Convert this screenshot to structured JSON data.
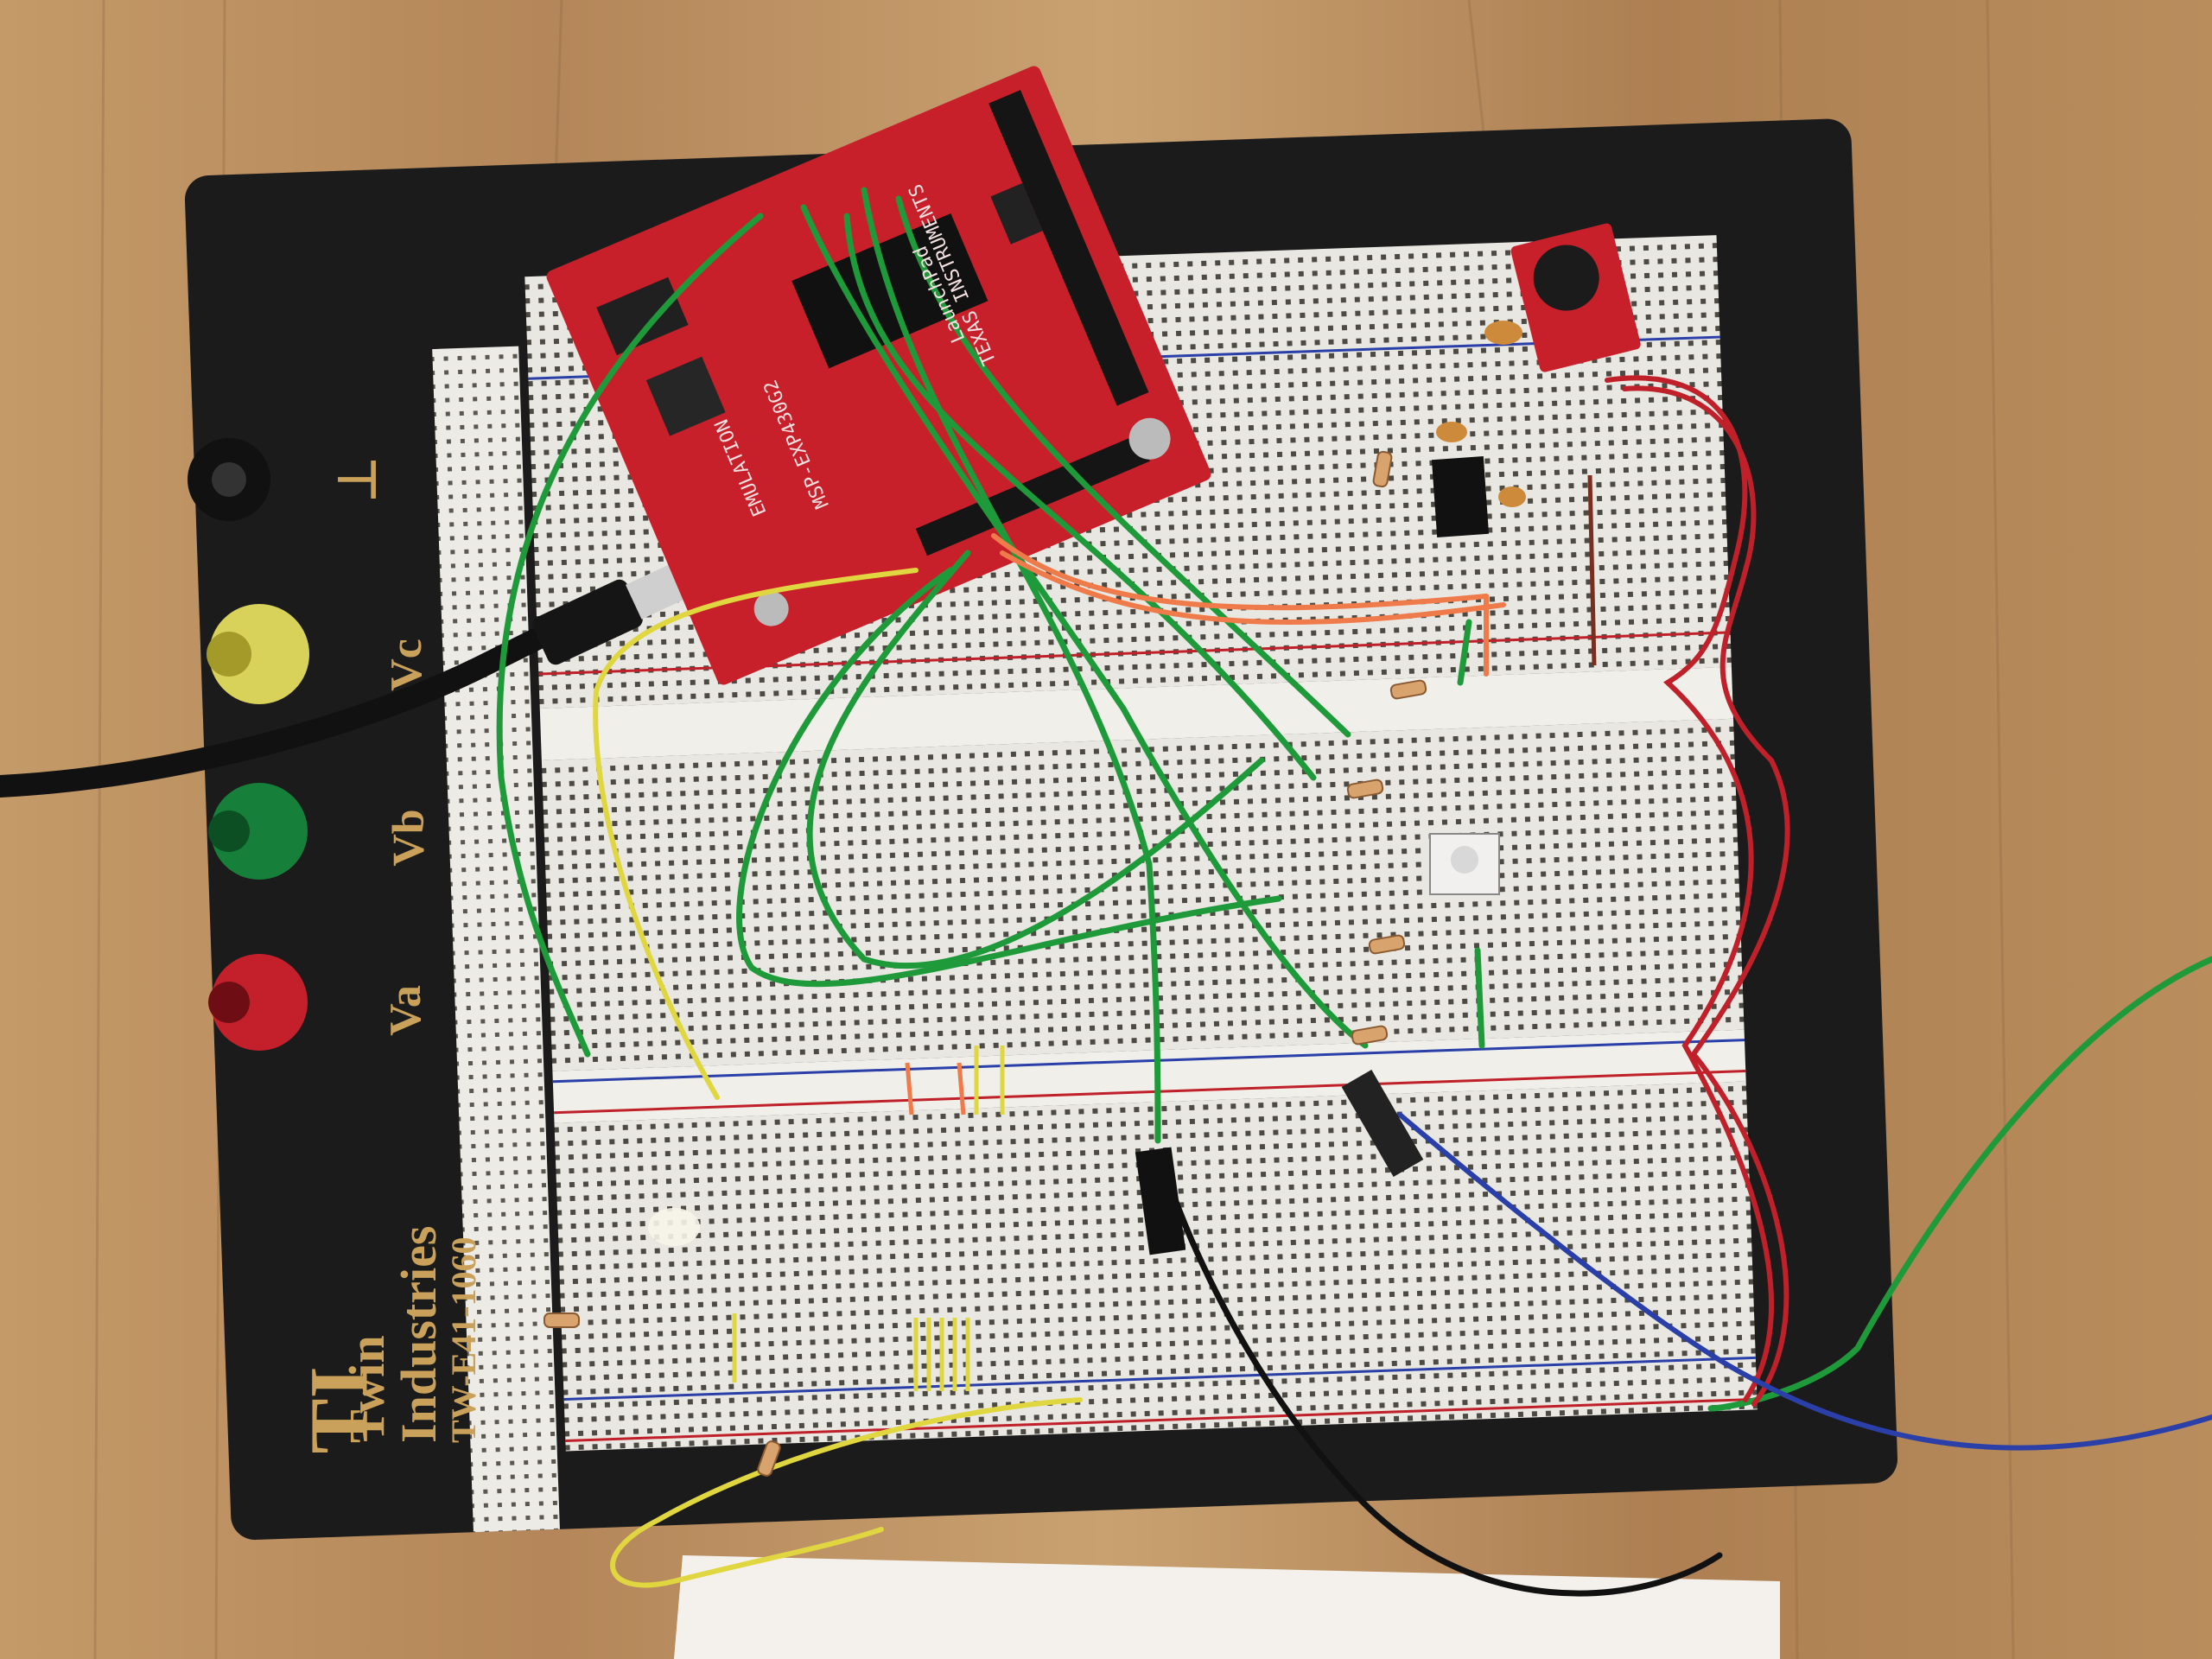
{
  "photo": {
    "subject": "",
    "board_labels": {
      "ground": "⊥",
      "vc": "Vc",
      "vb": "Vb",
      "va": "Va"
    },
    "brand": {
      "logo": "TI",
      "name_line1": "Twin",
      "name_line2": "Industries",
      "model": "TW-E41-1060"
    },
    "launchpad": {
      "maker": "TEXAS INSTRUMENTS",
      "product": "LaunchPad",
      "emulation": "EMULATION",
      "chip": "MSP-EXP430G2"
    },
    "colors": {
      "table": "#b98d5c",
      "board": "#1c1b1b",
      "breadboard": "#e9e7e1",
      "pcb": "#c8202a",
      "wire_green": "#1f9a3a",
      "wire_red": "#c0202a",
      "wire_yellow": "#e0d640",
      "wire_blue": "#2a3fa8",
      "label_gold": "#c9a15a"
    }
  }
}
